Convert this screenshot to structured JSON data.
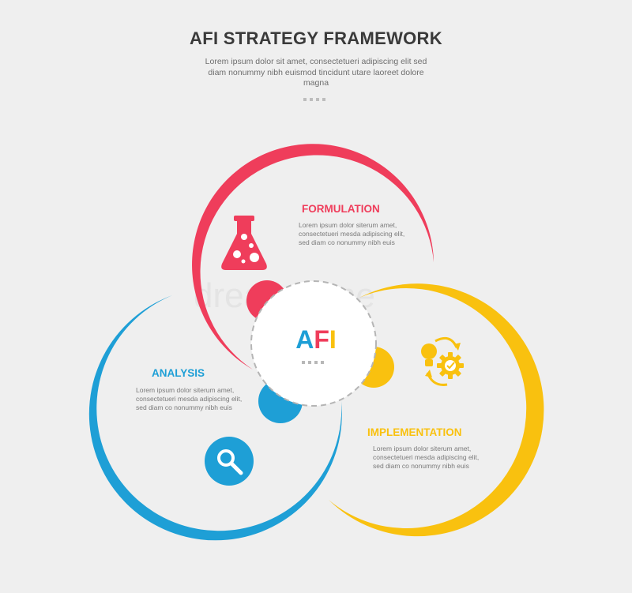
{
  "header": {
    "title": "AFI STRATEGY FRAMEWORK",
    "subtitle": "Lorem ipsum dolor sit amet, consectetueri adipiscing elit sed diam nonummy nibh euismod tincidunt utare laoreet dolore magna"
  },
  "center": {
    "letters": [
      "A",
      "F",
      "I"
    ],
    "colors": [
      "#1e9fd6",
      "#ef3d5b",
      "#f9c10f"
    ]
  },
  "sections": {
    "formulation": {
      "title": "FORMULATION",
      "text": "Lorem ipsum dolor siterum amet, consectetueri mesda adipiscing elit, sed diam co nonummy nibh euis",
      "color": "#ef3d5b",
      "icon": "flask-icon"
    },
    "analysis": {
      "title": "ANALYSIS",
      "text": "Lorem ipsum dolor siterum amet, consectetueri mesda adipiscing elit, sed diam co nonummy nibh euis",
      "color": "#1e9fd6",
      "icon": "magnifier-icon"
    },
    "implementation": {
      "title": "IMPLEMENTATION",
      "text": "Lorem ipsum dolor siterum amet, consectetueri mesda adipiscing elit, sed diam co nonummy nibh euis",
      "color": "#f9c10f",
      "icon": "idea-gear-cycle-icon"
    }
  }
}
